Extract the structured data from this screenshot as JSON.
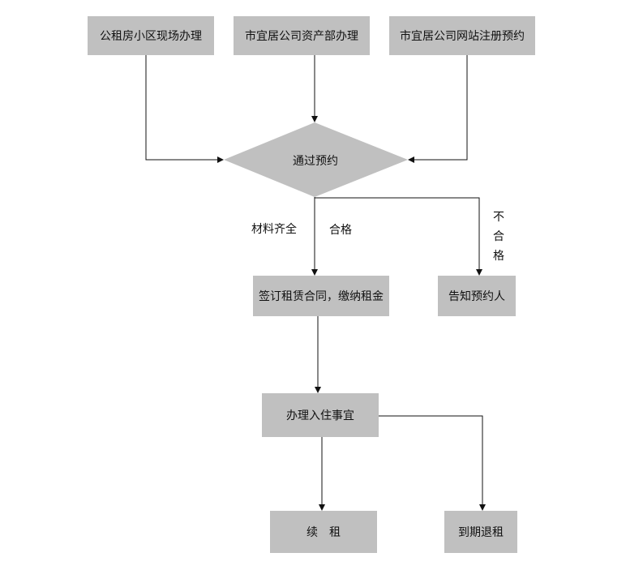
{
  "colors": {
    "box_fill": "#c0c0c0",
    "line": "#111111",
    "text": "#111111",
    "background": "#ffffff"
  },
  "nodes": {
    "onsite": "公租房小区现场办理",
    "asset_dept": "市宜居公司资产部办理",
    "website": "市宜居公司网站注册预约",
    "reservation": "通过预约",
    "sign_contract": "签订租赁合同，缴纳租金",
    "notify": "告知预约人",
    "move_in": "办理入住事宜",
    "renew": "续　租",
    "expire": "到期退租"
  },
  "edge_labels": {
    "materials_complete": "材料齐全",
    "qualified": "合格",
    "not_qualified": [
      "不",
      "合",
      "格"
    ]
  }
}
